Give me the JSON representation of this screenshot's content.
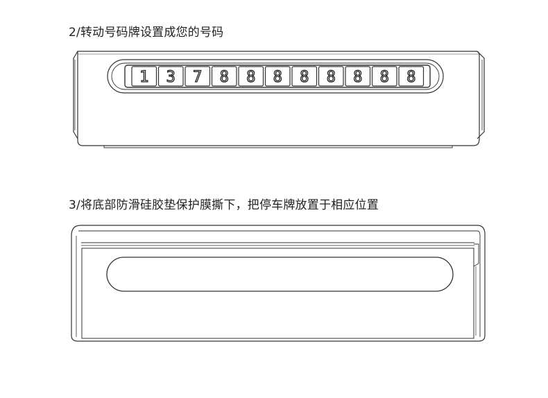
{
  "steps": [
    {
      "title": "2/转动号码牌设置成您的号码"
    },
    {
      "title": "3/将底部防滑硅胶垫保护膜撕下，把停车牌放置于相应位置"
    }
  ],
  "plate": {
    "digits": [
      "1",
      "3",
      "7",
      "8",
      "8",
      "8",
      "8",
      "8",
      "8",
      "8",
      "8"
    ]
  },
  "colors": {
    "outline": "#333333",
    "background": "#ffffff"
  }
}
